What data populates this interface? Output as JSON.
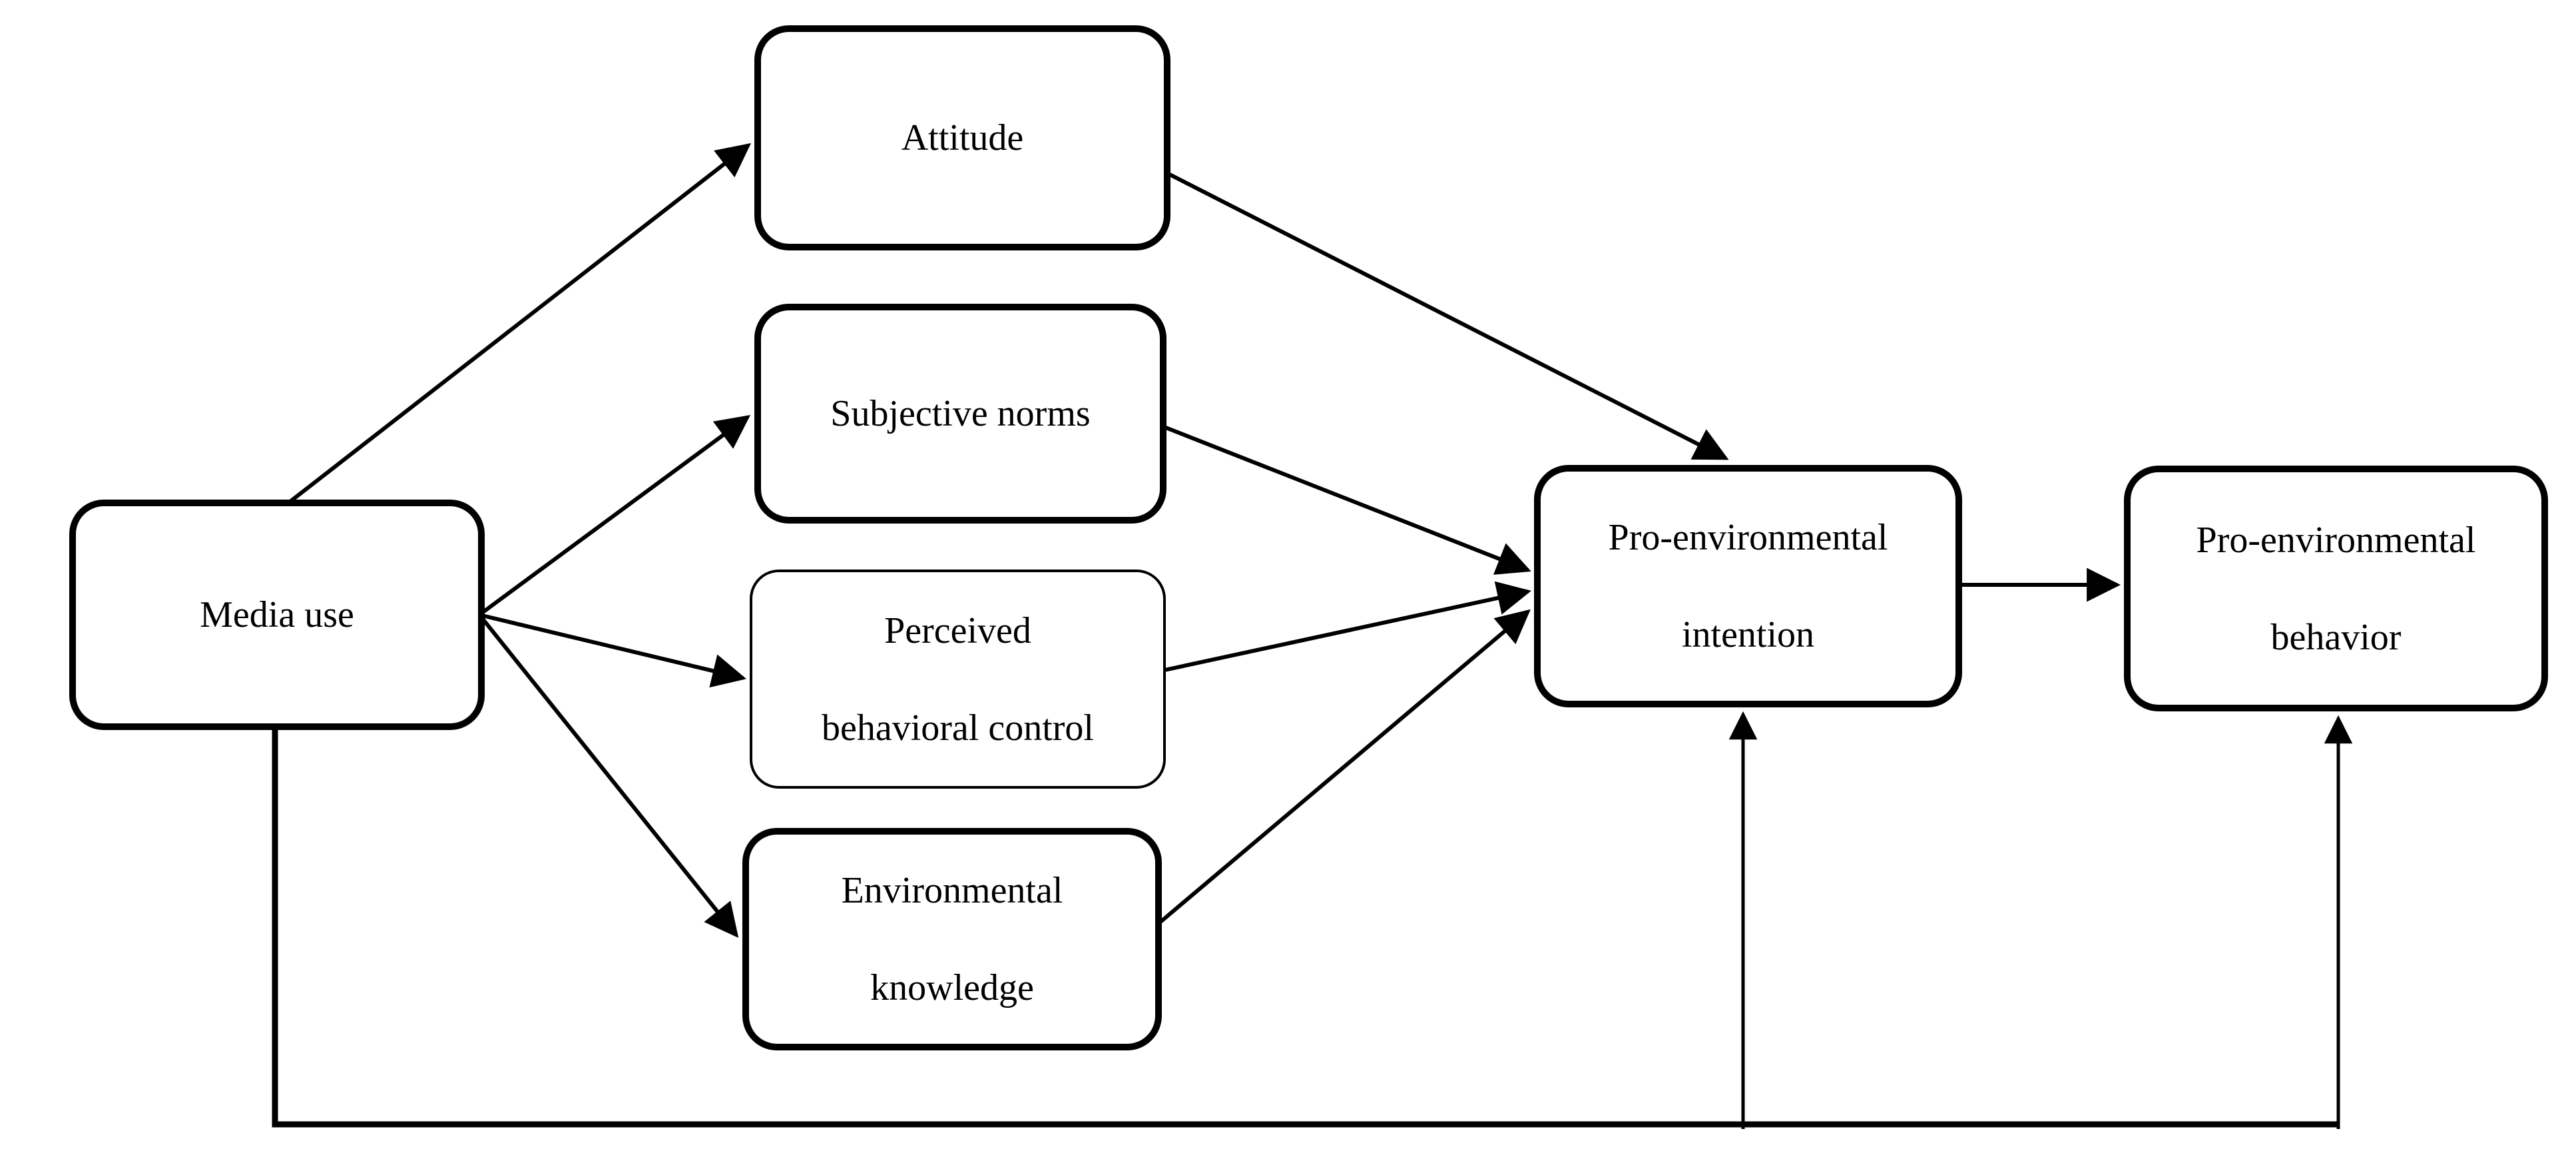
{
  "diagram": {
    "kind": "path-model",
    "background_color": "#ffffff",
    "stroke_color": "#000000",
    "nodes": {
      "media_use": {
        "label": "Media use"
      },
      "attitude": {
        "label": "Attitude"
      },
      "subjective_norms": {
        "label": "Subjective norms"
      },
      "perceived_behavioral_control": {
        "line1": "Perceived",
        "line2": "behavioral control"
      },
      "environmental_knowledge": {
        "line1": "Environmental",
        "line2": "knowledge"
      },
      "pro_environmental_intention": {
        "line1": "Pro-environmental",
        "line2": "intention"
      },
      "pro_environmental_behavior": {
        "line1": "Pro-environmental",
        "line2": "behavior"
      }
    },
    "edges": [
      {
        "from": "Media use",
        "to": "Attitude"
      },
      {
        "from": "Media use",
        "to": "Subjective norms"
      },
      {
        "from": "Media use",
        "to": "Perceived behavioral control"
      },
      {
        "from": "Media use",
        "to": "Environmental knowledge"
      },
      {
        "from": "Attitude",
        "to": "Pro-environmental intention"
      },
      {
        "from": "Subjective norms",
        "to": "Pro-environmental intention"
      },
      {
        "from": "Perceived behavioral control",
        "to": "Pro-environmental intention"
      },
      {
        "from": "Environmental knowledge",
        "to": "Pro-environmental intention"
      },
      {
        "from": "Pro-environmental intention",
        "to": "Pro-environmental behavior"
      },
      {
        "from": "Media use",
        "to": "Pro-environmental intention",
        "route": "direct bottom path"
      },
      {
        "from": "Media use",
        "to": "Pro-environmental behavior",
        "route": "direct bottom path"
      }
    ]
  }
}
